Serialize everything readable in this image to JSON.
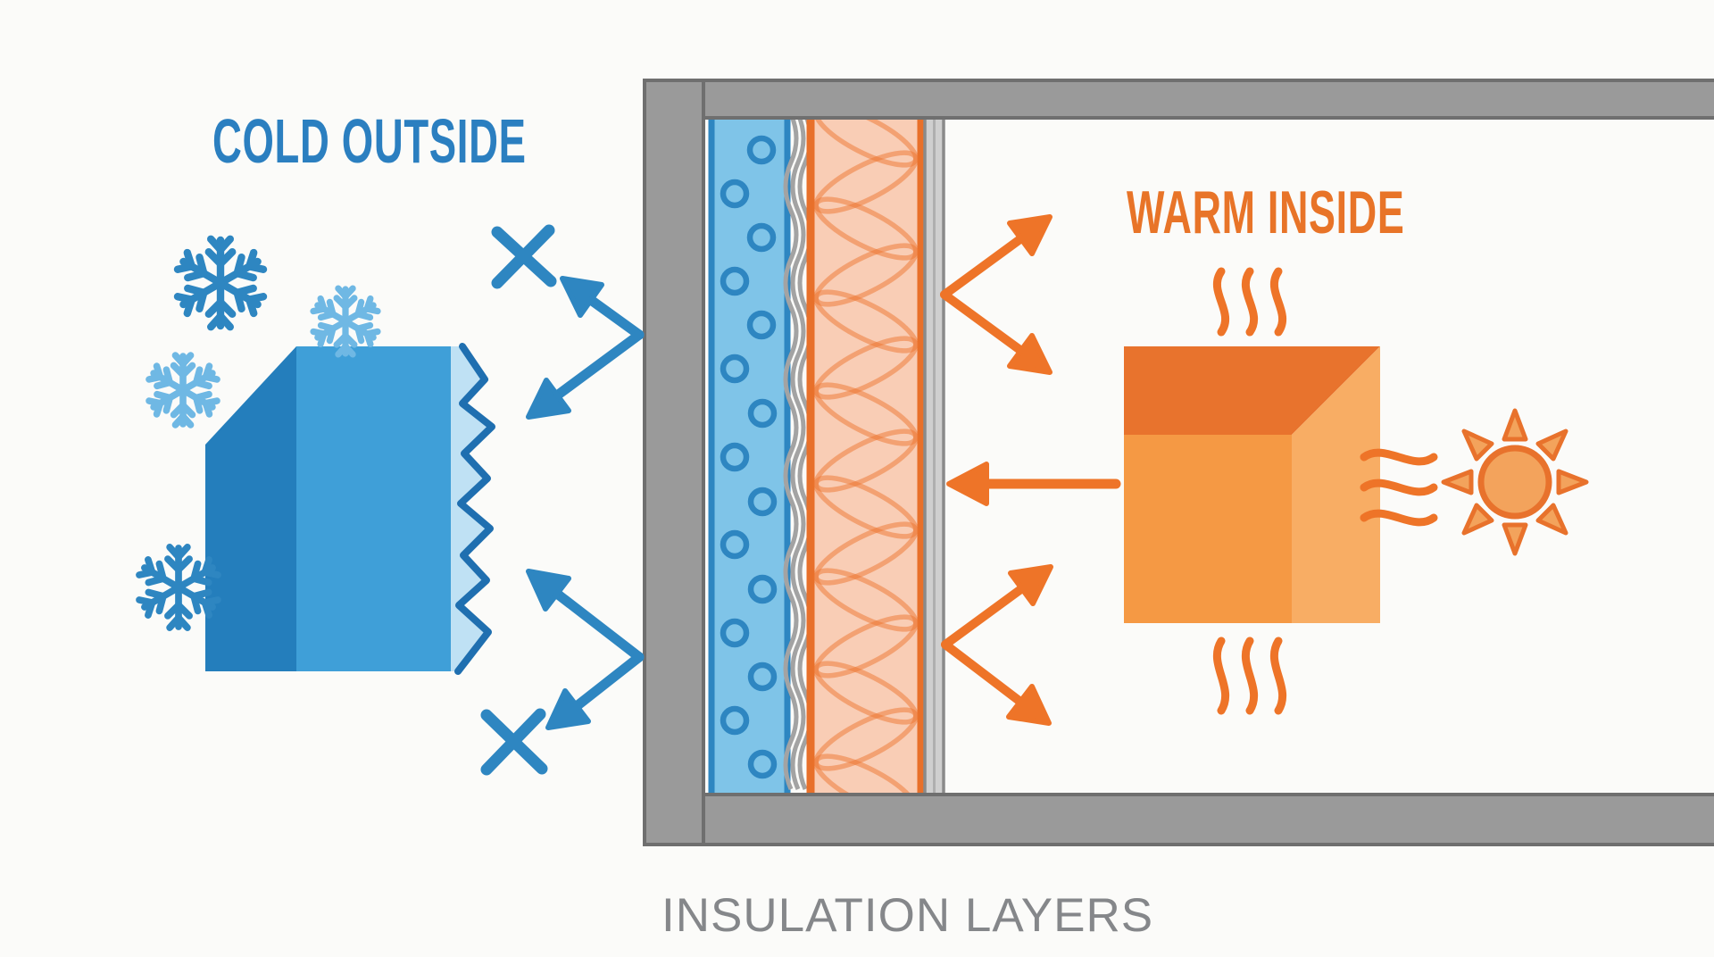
{
  "diagram_title": "Wall insulation concept diagram",
  "labels": {
    "cold": "COLD OUTSIDE",
    "warm": "WARM INSIDE",
    "caption": "INSULATION LAYERS"
  },
  "colors": {
    "background": "#FBFBF9",
    "cold_text": "#2B7FC0",
    "warm_text": "#E87428",
    "caption_text": "#85878A",
    "blue_dark": "#2E86C1",
    "blue_zigzag": "#1F6FB0",
    "ice_block_left_facet": "#247EBC",
    "ice_block_face": "#3F9FD8",
    "ice_block_jagged_strip": "#BFE1F4",
    "snowflake_light": "#6FB8E4",
    "siding_panel_fill": "#7FC4E8",
    "wall_gray_fill": "#9A9A9A",
    "wall_gray_stroke": "#6F6F6F",
    "membrane_gray": "#A3A3A3",
    "insulation_border": "#E8702A",
    "insulation_fill": "#F9CDB5",
    "drywall_fill": "#CFCFCF",
    "orange_arrow": "#EE7428",
    "warm_block_top_facet": "#E8732D",
    "warm_block_face": "#F59944",
    "warm_block_side_facet": "#F8AD64",
    "sun_fill": "#F3A35C",
    "sun_stroke": "#E8722C"
  },
  "left_scene": {
    "block": "ice-block",
    "snowflake_count": 4,
    "x_mark_count": 2,
    "bounce_arrow_count": 2
  },
  "wall": {
    "layers_left_to_right": [
      "frame-stud",
      "siding-panel",
      "membrane",
      "insulation-batt",
      "drywall-panel"
    ]
  },
  "right_scene": {
    "block": "warm-block",
    "bounce_arrow_count": 2,
    "straight_arrow_count": 1,
    "heat_wave_groups": 3,
    "sun_count": 1
  },
  "icons": [
    "snowflake-icon",
    "x-mark-icon",
    "bounce-arrow-icon",
    "straight-arrow-icon",
    "heat-wave-icon",
    "sun-icon"
  ]
}
